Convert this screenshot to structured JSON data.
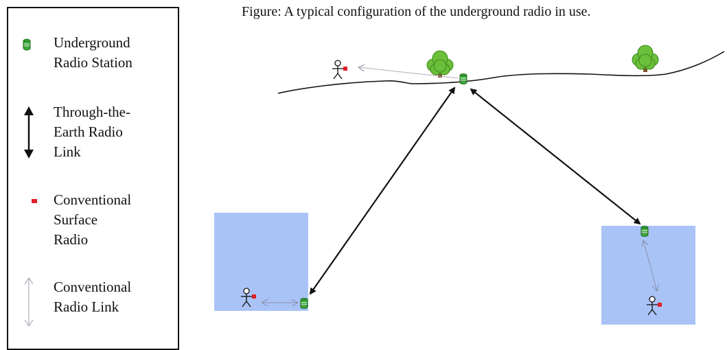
{
  "caption": "Figure: A typical configuration of the underground radio in use.",
  "legend": {
    "items": [
      {
        "icon": "underground-radio-station-icon",
        "label": "Underground\nRadio Station"
      },
      {
        "icon": "through-earth-link-arrow-icon",
        "label": "Through-the-\nEarth Radio\nLink"
      },
      {
        "icon": "conventional-radio-icon",
        "label": "Conventional\nSurface\nRadio"
      },
      {
        "icon": "conventional-link-arrow-icon",
        "label": "Conventional\nRadio Link"
      }
    ]
  },
  "colors": {
    "station": "#3aa83a",
    "surface_radio": "#e0202a",
    "underground_room": "#a9c3f7",
    "tree": "#6bbf3a",
    "trunk": "#7a5a2a",
    "ground_line": "#111111",
    "conventional_link": "#9aa0b0",
    "tte_link": "#111111"
  }
}
